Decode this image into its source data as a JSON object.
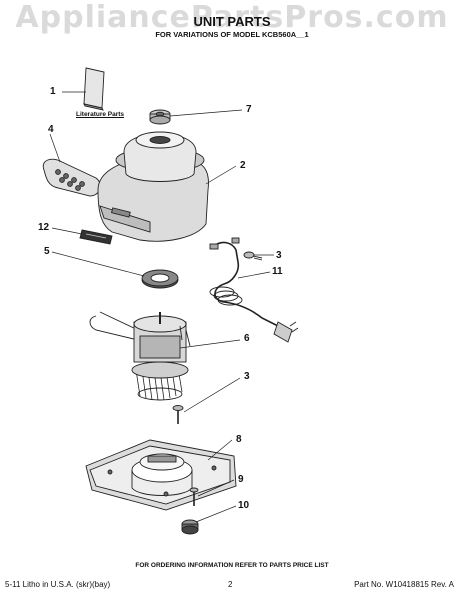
{
  "watermark": "AppliancePartsPros.com",
  "header": {
    "title": "UNIT PARTS",
    "subtitle": "FOR VARIATIONS OF MODEL KCB560A__1"
  },
  "literature_label": "Literature Parts",
  "callouts": [
    "1",
    "7",
    "4",
    "2",
    "12",
    "3",
    "5",
    "11",
    "6",
    "3",
    "8",
    "9",
    "10"
  ],
  "footer": {
    "ordering_note": "FOR ORDERING INFORMATION REFER TO PARTS PRICE LIST",
    "litho": "5-11 Litho in U.S.A. (skr)(bay)",
    "page_number": "2",
    "part_no": "Part No. W10418815 Rev. A"
  }
}
